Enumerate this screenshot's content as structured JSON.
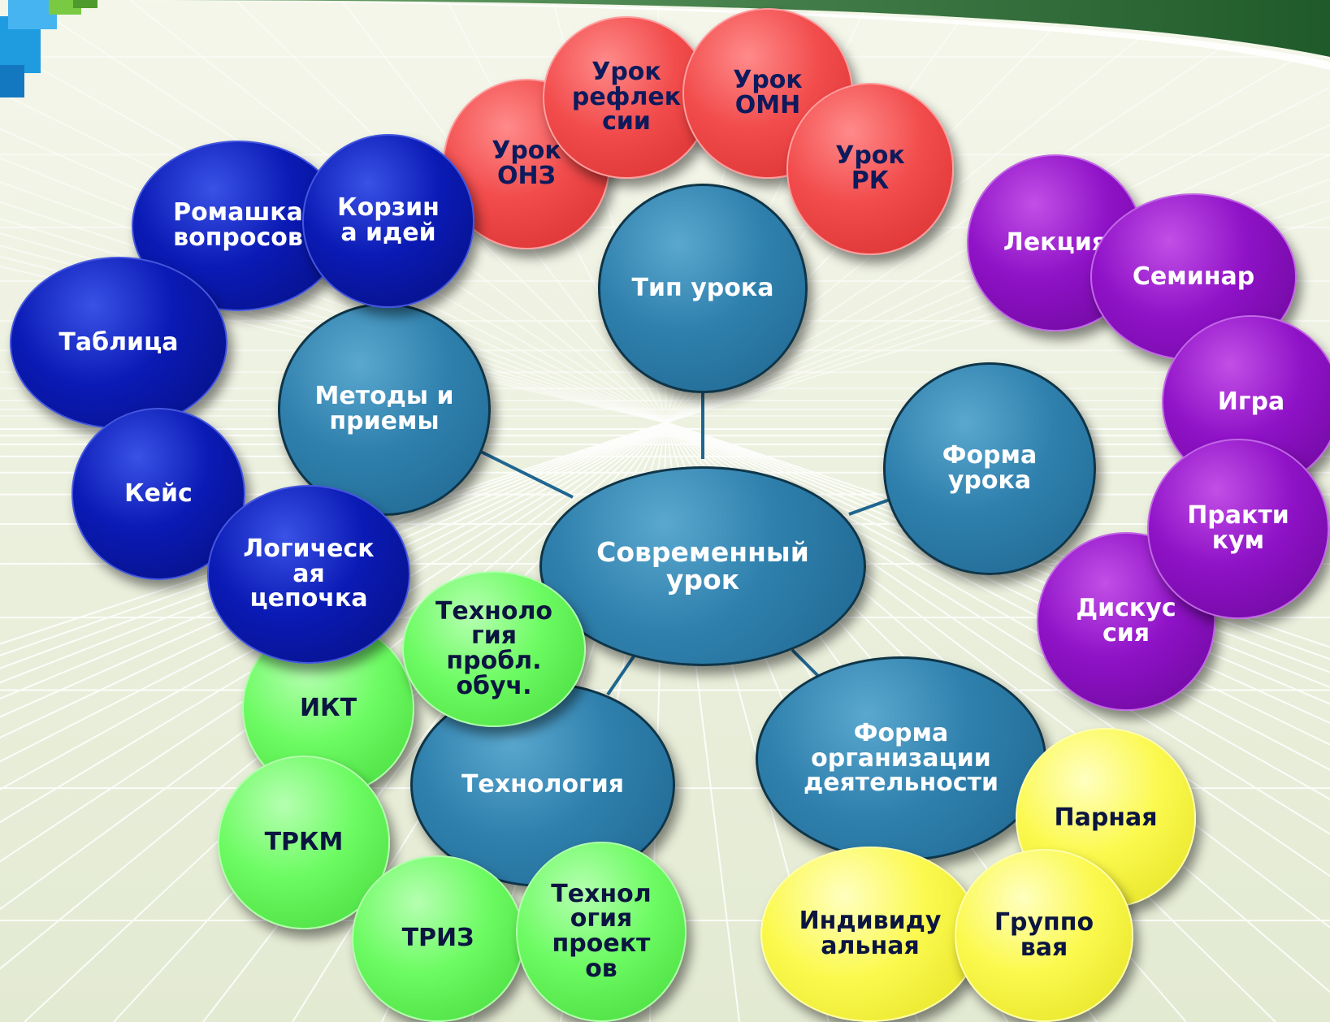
{
  "colors": {
    "background": "#eef2de",
    "hub": "#2f80ad",
    "red": "#f24c4c",
    "blue": "#0a1ab4",
    "purple": "#8f12c7",
    "green": "#6cfb62",
    "yellow": "#fbf94e",
    "accent_green": "#2f7d3b"
  },
  "center": {
    "label": "Современный\nурок"
  },
  "hubs": {
    "type": {
      "label": "Тип урока"
    },
    "form": {
      "label": "Форма\nурока"
    },
    "methods": {
      "label": "Методы и\nприемы"
    },
    "technology": {
      "label": "Технология"
    },
    "organization": {
      "label": "Форма\nорганизации\nдеятельности"
    }
  },
  "lesson_types": [
    {
      "label": "Урок\nОНЗ"
    },
    {
      "label": "Урок\nрефлек\nсии"
    },
    {
      "label": "Урок\nОМН"
    },
    {
      "label": "Урок\nРК"
    }
  ],
  "methods": [
    {
      "label": "Ромашка\nвопросов"
    },
    {
      "label": "Корзин\nа идей"
    },
    {
      "label": "Таблица"
    },
    {
      "label": "Кейс"
    },
    {
      "label": "Логическ\nая\nцепочка"
    }
  ],
  "lesson_forms": [
    {
      "label": "Лекция"
    },
    {
      "label": "Семинар"
    },
    {
      "label": "Игра"
    },
    {
      "label": "Практи\nкум"
    },
    {
      "label": "Дискус\nсия"
    }
  ],
  "technologies": [
    {
      "label": "ИКТ"
    },
    {
      "label": "ТРКМ"
    },
    {
      "label": "ТРИЗ"
    },
    {
      "label": "Технол\nогия\nпроект\nов"
    },
    {
      "label": "Техноло\nгия\nпробл.\nобуч."
    }
  ],
  "organization_forms": [
    {
      "label": "Парная"
    },
    {
      "label": "Индивиду\nальная"
    },
    {
      "label": "Группо\nвая"
    }
  ]
}
